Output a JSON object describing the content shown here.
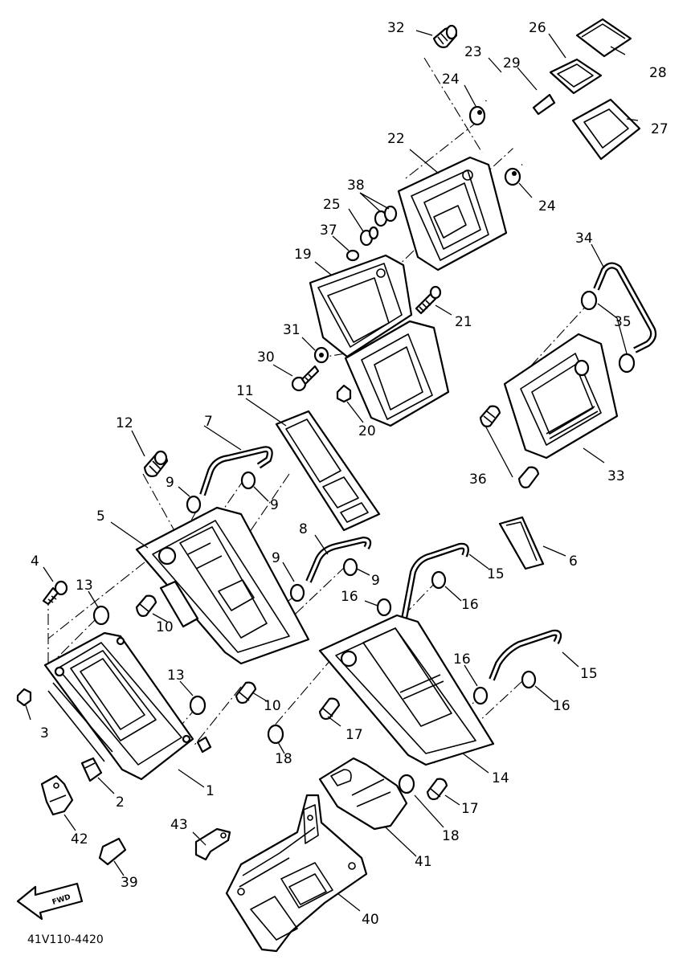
{
  "diagram": {
    "code": "41V110-4420",
    "fwd_label": "FWD",
    "labels": {
      "n1": "1",
      "n2": "2",
      "n3": "3",
      "n4": "4",
      "n5": "5",
      "n6": "6",
      "n7": "7",
      "n8": "8",
      "n9a": "9",
      "n9b": "9",
      "n9c": "9",
      "n9d": "9",
      "n10a": "10",
      "n10b": "10",
      "n11": "11",
      "n12": "12",
      "n13a": "13",
      "n13b": "13",
      "n14": "14",
      "n15a": "15",
      "n15b": "15",
      "n16a": "16",
      "n16b": "16",
      "n16c": "16",
      "n16d": "16",
      "n17a": "17",
      "n17b": "17",
      "n18a": "18",
      "n18b": "18",
      "n19": "19",
      "n20": "20",
      "n21": "21",
      "n22": "22",
      "n23": "23",
      "n24a": "24",
      "n24b": "24",
      "n25": "25",
      "n26": "26",
      "n27": "27",
      "n28": "28",
      "n29": "29",
      "n30": "30",
      "n31": "31",
      "n32": "32",
      "n33": "33",
      "n34": "34",
      "n35": "35",
      "n36": "36",
      "n37": "37",
      "n38": "38",
      "n39": "39",
      "n40": "40",
      "n41": "41",
      "n42": "42",
      "n43": "43"
    }
  }
}
